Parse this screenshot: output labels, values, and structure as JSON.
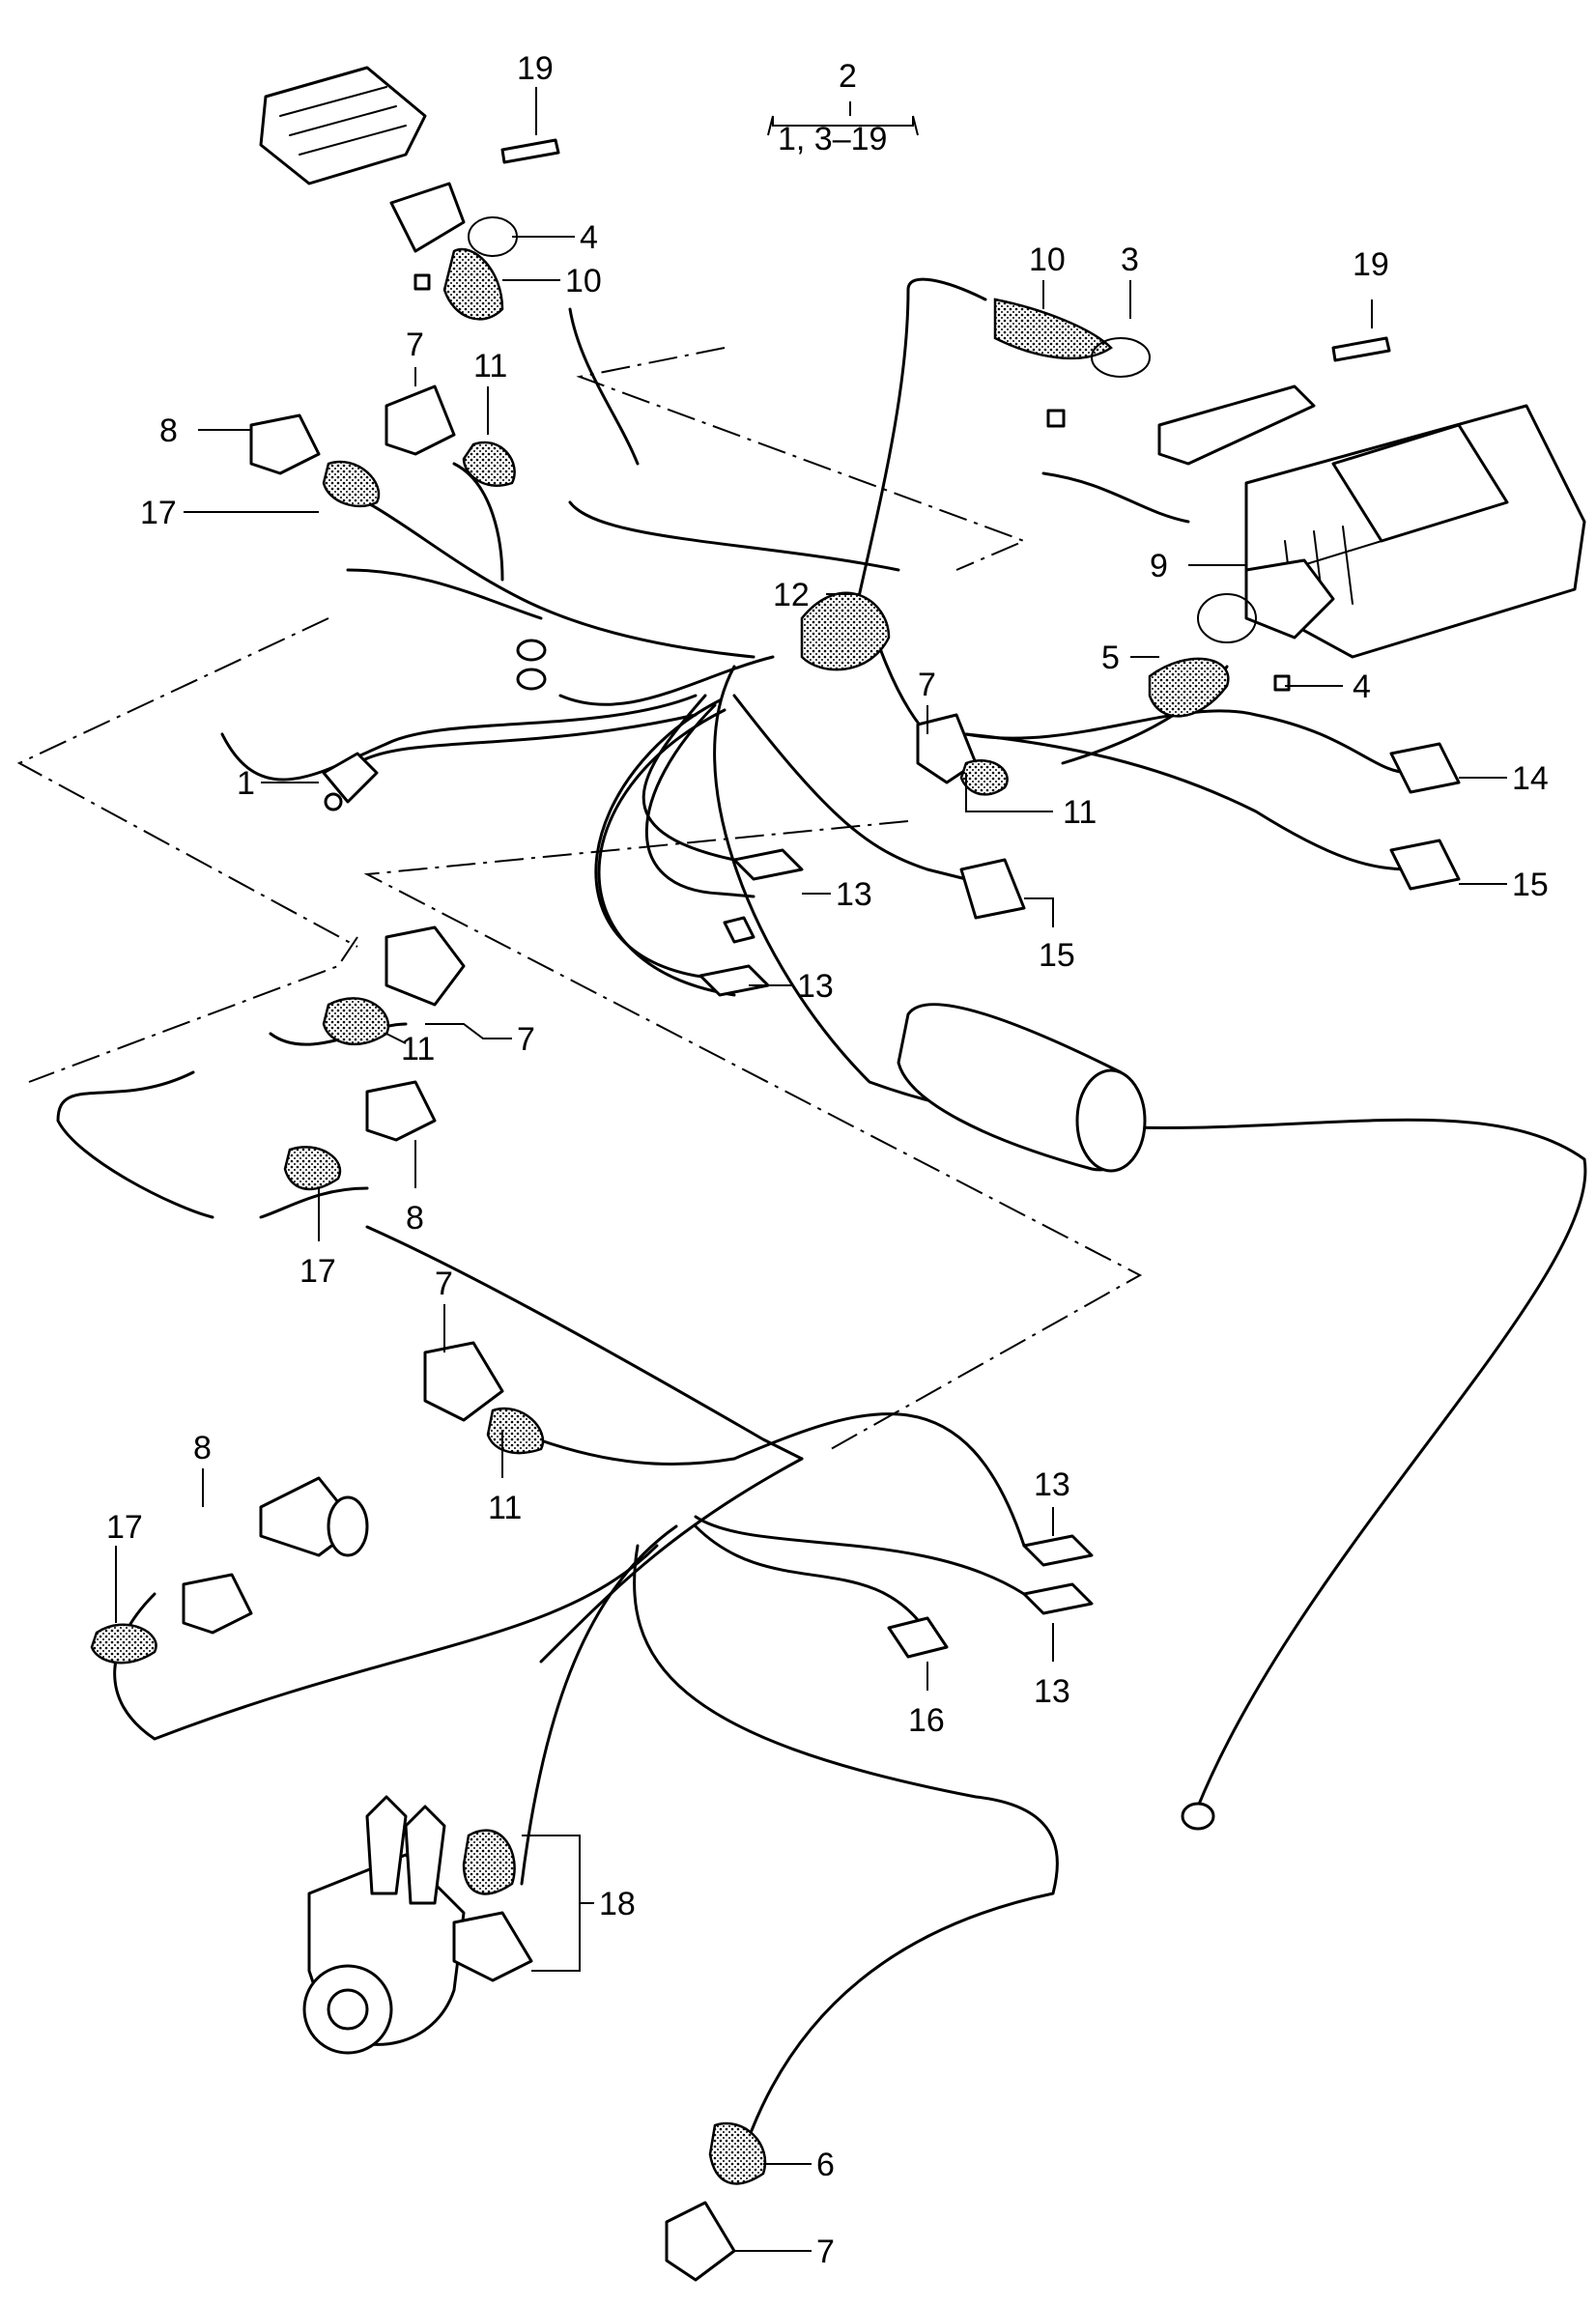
{
  "labels": {
    "n1": "1",
    "n2": "2",
    "n3": "3",
    "n4a": "4",
    "n4b": "4",
    "n5": "5",
    "n6": "6",
    "n7a": "7",
    "n7b": "7",
    "n7c": "7",
    "n7d": "7",
    "n7e": "7",
    "n8a": "8",
    "n8b": "8",
    "n8c": "8",
    "n9": "9",
    "n10a": "10",
    "n10b": "10",
    "n11a": "11",
    "n11b": "11",
    "n11c": "11",
    "n11d": "11",
    "n12": "12",
    "n13a": "13",
    "n13b": "13",
    "n13c": "13",
    "n13d": "13",
    "n14": "14",
    "n15a": "15",
    "n15b": "15",
    "n16": "16",
    "n17a": "17",
    "n17b": "17",
    "n17c": "17",
    "n18": "18",
    "n19a": "19",
    "n19b": "19",
    "range": "1, 3–19"
  }
}
